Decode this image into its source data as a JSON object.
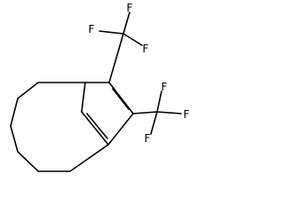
{
  "molecule": {
    "atoms": [
      {
        "id": "F1",
        "symbol": "F"
      },
      {
        "id": "F2",
        "symbol": "F"
      },
      {
        "id": "F3",
        "symbol": "F"
      },
      {
        "id": "F4",
        "symbol": "F"
      },
      {
        "id": "F5",
        "symbol": "F"
      },
      {
        "id": "F6",
        "symbol": "F"
      }
    ]
  }
}
